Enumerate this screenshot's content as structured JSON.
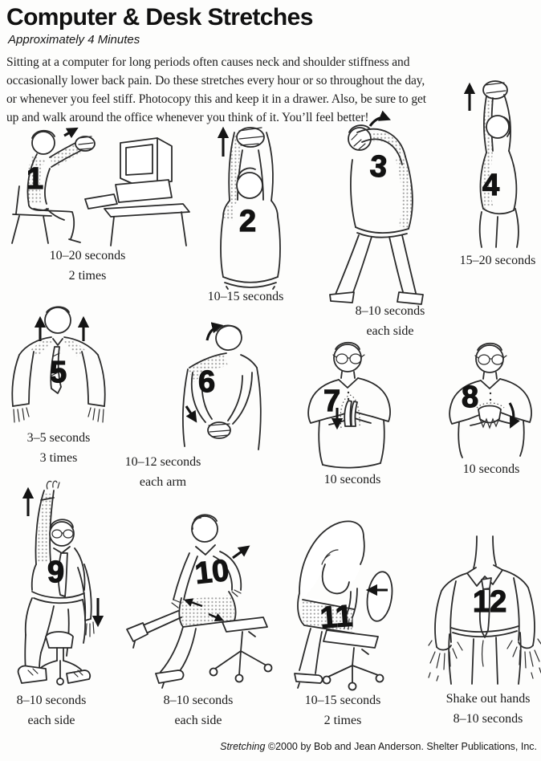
{
  "header": {
    "title": "Computer & Desk Stretches",
    "subtitle": "Approximately 4 Minutes",
    "intro_lines": [
      "Sitting at a computer for long periods often causes neck and shoulder stiffness and",
      "occasionally lower back pain. Do these stretches every hour or so throughout the day,",
      "or whenever you feel stiff. Photocopy this and keep it in a drawer. Also, be sure to get",
      "up and walk around the office whenever you think of it. You’ll feel better!"
    ]
  },
  "stretches": [
    {
      "number": "1",
      "caption_line1": "10–20 seconds",
      "caption_line2": "2 times",
      "illustration": "seated-at-desk-reaching-forward-with-computer"
    },
    {
      "number": "2",
      "caption_line1": "10–15 seconds",
      "caption_line2": "",
      "illustration": "arms-overhead-fingers-interlaced"
    },
    {
      "number": "3",
      "caption_line1": "8–10 seconds",
      "caption_line2": "each side",
      "illustration": "standing-side-bend-arm-over-head"
    },
    {
      "number": "4",
      "caption_line1": "15–20 seconds",
      "caption_line2": "",
      "illustration": "overhead-reach-side-view"
    },
    {
      "number": "5",
      "caption_line1": "3–5 seconds",
      "caption_line2": "3 times",
      "illustration": "shoulder-shrug"
    },
    {
      "number": "6",
      "caption_line1": "10–12 seconds",
      "caption_line2": "each arm",
      "illustration": "head-tilt-arm-pulled-behind-back"
    },
    {
      "number": "7",
      "caption_line1": "10 seconds",
      "caption_line2": "",
      "illustration": "palms-pressed-together"
    },
    {
      "number": "8",
      "caption_line1": "10 seconds",
      "caption_line2": "",
      "illustration": "fingers-interlaced-palms-down"
    },
    {
      "number": "9",
      "caption_line1": "8–10 seconds",
      "caption_line2": "each side",
      "illustration": "seated-one-arm-raised"
    },
    {
      "number": "10",
      "caption_line1": "8–10 seconds",
      "caption_line2": "each side",
      "illustration": "seated-leg-crossed-torso-twist"
    },
    {
      "number": "11",
      "caption_line1": "10–15 seconds",
      "caption_line2": "2 times",
      "illustration": "seated-forward-bend-in-chair"
    },
    {
      "number": "12",
      "caption_line1": "Shake out hands",
      "caption_line2": "8–10 seconds",
      "illustration": "shake-out-hands"
    }
  ],
  "footer": {
    "work_title": "Stretching",
    "credit": " ©2000 by Bob and Jean Anderson. Shelter Publications, Inc."
  },
  "colors": {
    "ink": "#1d1d1d",
    "paper": "#fdfdfc"
  }
}
